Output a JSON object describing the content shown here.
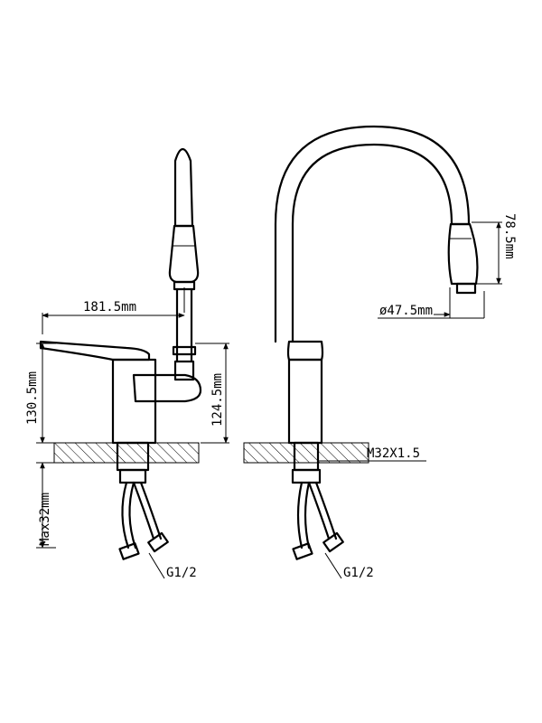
{
  "dimensions": {
    "width_label": "181.5mm",
    "body_height_label": "130.5mm",
    "spout_height_label": "124.5mm",
    "max_deck_label": "Max32mm",
    "inlet_label_left": "G1/2",
    "inlet_label_right": "G1/2",
    "thread_label": "M32X1.5",
    "head_diameter_label": "ø47.5mm",
    "head_length_label": "78.5mm"
  }
}
